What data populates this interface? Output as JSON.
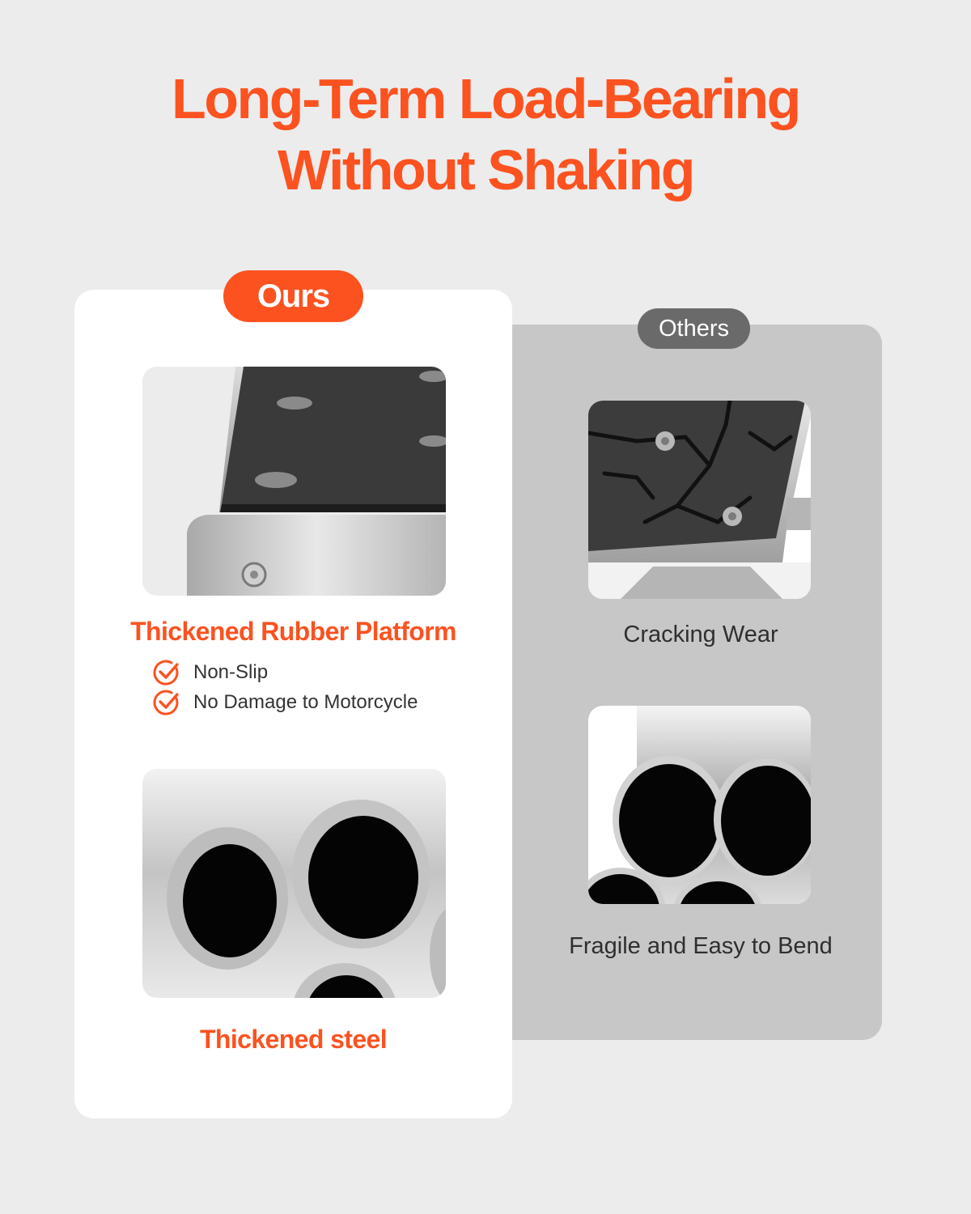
{
  "headline": {
    "line1": "Long-Term Load-Bearing",
    "line2": "Without Shaking"
  },
  "ours": {
    "badge": "Ours",
    "items": [
      {
        "label": "Thickened Rubber Platform",
        "image": "rubber-platform-corner",
        "features": [
          "Non-Slip",
          "No Damage to Motorcycle"
        ]
      },
      {
        "label": "Thickened steel",
        "image": "thick-steel-tubes"
      }
    ]
  },
  "others": {
    "badge": "Others",
    "items": [
      {
        "label": "Cracking Wear",
        "image": "cracked-platform-corner"
      },
      {
        "label": "Fragile and Easy to Bend",
        "image": "thin-steel-tubes"
      }
    ]
  },
  "colors": {
    "accent": "#fb5220",
    "background": "#ececec",
    "others_panel": "#c7c7c7",
    "others_badge": "#6a6a6a"
  },
  "icons": {
    "feature": "check-circle-icon"
  }
}
